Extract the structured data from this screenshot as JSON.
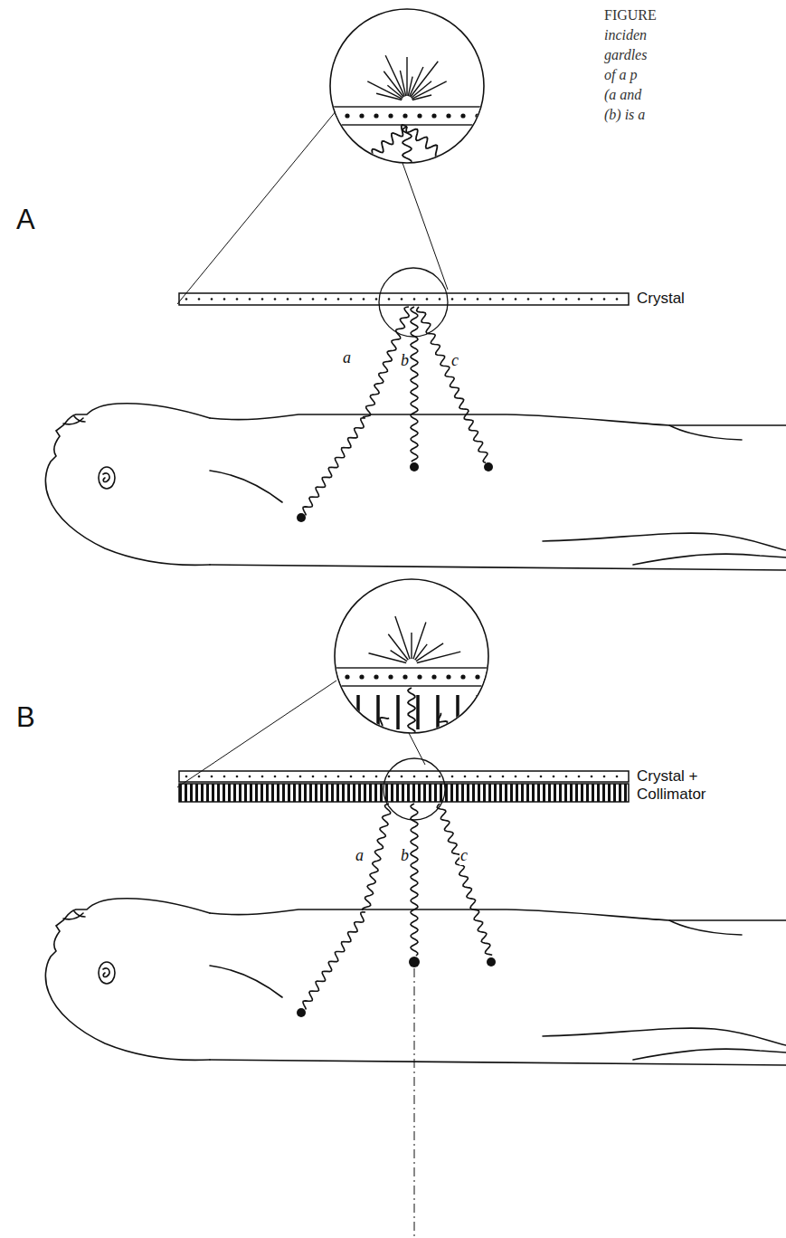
{
  "diagram": {
    "labels": [
      "FIGURE",
      "inciden",
      "gardles",
      "of a p",
      "(a and",
      "(b) is a",
      "A",
      "Crystal",
      "a",
      "b",
      "c",
      "B",
      "Crystal + Collimator",
      "a",
      "b",
      "c"
    ]
  }
}
